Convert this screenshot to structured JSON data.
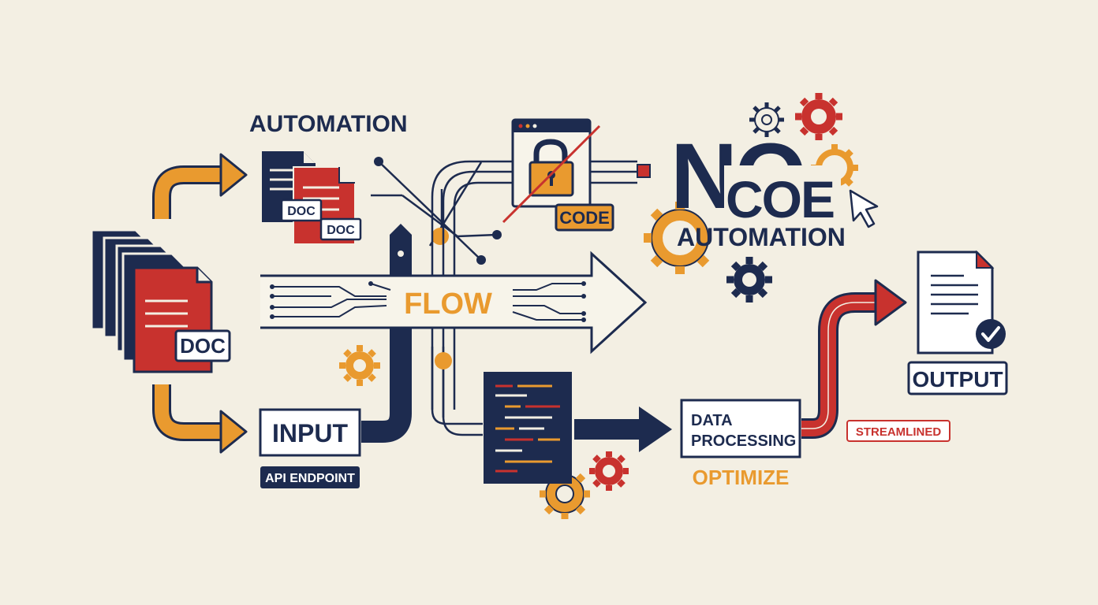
{
  "colors": {
    "navy": "#1d2b4f",
    "red": "#c8322e",
    "orange": "#e99a2f",
    "cream": "#f3efe3",
    "white": "#ffffff"
  },
  "labels": {
    "automation_top": "AUTOMATION",
    "doc_small_1": "DOC",
    "doc_small_2": "DOC",
    "doc_main": "DOC",
    "flow": "FLOW",
    "input": "INPUT",
    "api_endpoint": "API ENDPOINT",
    "code": "CODE",
    "no": "NO",
    "coe": "COE",
    "automation_right": "AUTOMATION",
    "data_processing_1": "DATA",
    "data_processing_2": "PROCESSING",
    "optimize": "OPTIMIZE",
    "streamlined": "STREAMLINED",
    "output": "OUTPUT"
  },
  "icons": [
    "document-stack-icon",
    "documents-icon",
    "lock-browser-icon",
    "gear-icon",
    "cursor-icon",
    "code-screen-icon",
    "output-document-icon",
    "checkmark-icon"
  ]
}
